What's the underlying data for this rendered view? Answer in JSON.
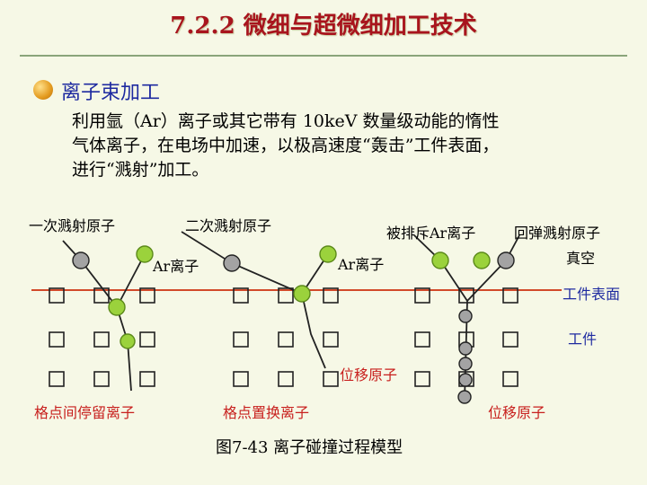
{
  "slide": {
    "title": "7.2.2 微细与超微细加工技术",
    "bullet": "离子束加工",
    "paragraph": [
      "利用氩（Ar）离子或其它带有 10keV 数量级动能的惰性",
      "气体离子，在电场中加速，以极高速度“轰击”工件表面，",
      "进行“溅射”加工。"
    ]
  },
  "diagram": {
    "labels": {
      "primary_sputter": "一次溅射原子",
      "secondary_sputter": "二次溅射原子",
      "repelled_ion": "被排斥Ar离子",
      "rebound_sputter": "回弹溅射原子",
      "vacuum": "真空",
      "ar_ion_1": "Ar离子",
      "ar_ion_2": "Ar离子",
      "surface": "工件表面",
      "workpiece": "工件",
      "displaced_1": "位移原子",
      "interstitial": "格点间停留离子",
      "substitution": "格点置换离子",
      "displaced_2": "位移原子"
    },
    "colors": {
      "surface_line": "#d24a2a",
      "ion_fill": "#9bd23c",
      "sputtered_fill": "#a3a3a3",
      "lattice_stroke": "#222222"
    },
    "caption": "图7-43  离子碰撞过程模型"
  }
}
